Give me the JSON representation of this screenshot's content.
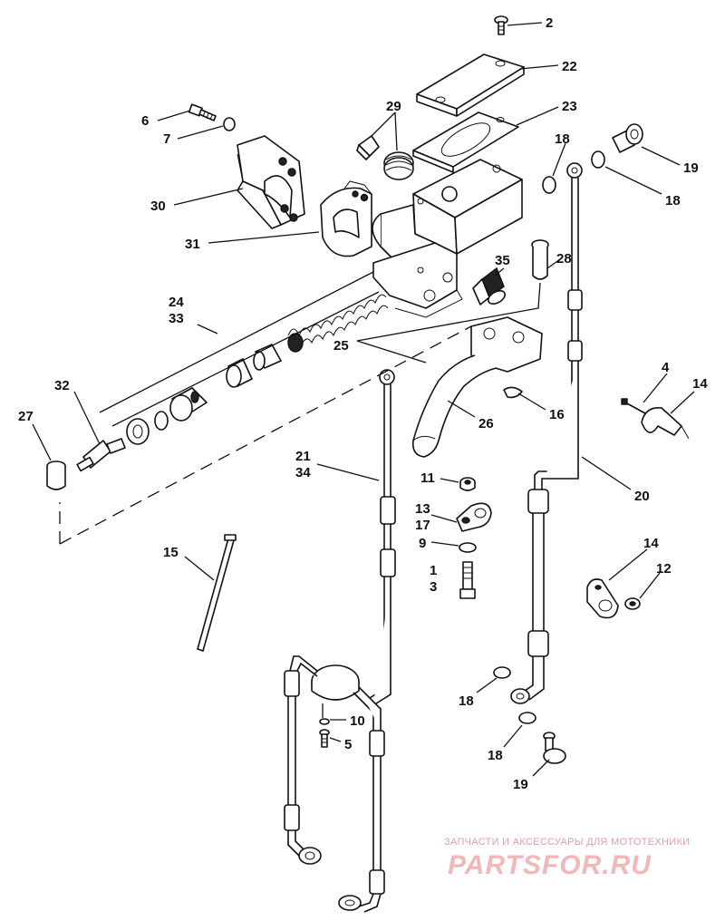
{
  "watermark": {
    "tagline": "ЗАПЧАСТИ И АКСЕССУАРЫ ДЛЯ МОТОТЕХНИКИ",
    "brand": "PARTSFOR.RU"
  },
  "callouts": [
    {
      "id": "c2",
      "label": "2"
    },
    {
      "id": "c22",
      "label": "22"
    },
    {
      "id": "c23",
      "label": "23"
    },
    {
      "id": "c29",
      "label": "29"
    },
    {
      "id": "c6",
      "label": "6"
    },
    {
      "id": "c7",
      "label": "7"
    },
    {
      "id": "c30",
      "label": "30"
    },
    {
      "id": "c31",
      "label": "31"
    },
    {
      "id": "c18a",
      "label": "18"
    },
    {
      "id": "c19a",
      "label": "19"
    },
    {
      "id": "c18b",
      "label": "18"
    },
    {
      "id": "c28",
      "label": "28"
    },
    {
      "id": "c35",
      "label": "35"
    },
    {
      "id": "c24",
      "label": "24"
    },
    {
      "id": "c33",
      "label": "33"
    },
    {
      "id": "c25",
      "label": "25"
    },
    {
      "id": "c32",
      "label": "32"
    },
    {
      "id": "c27",
      "label": "27"
    },
    {
      "id": "c16",
      "label": "16"
    },
    {
      "id": "c26",
      "label": "26"
    },
    {
      "id": "c4",
      "label": "4"
    },
    {
      "id": "c14a",
      "label": "14"
    },
    {
      "id": "c21",
      "label": "21"
    },
    {
      "id": "c34",
      "label": "34"
    },
    {
      "id": "c11",
      "label": "11"
    },
    {
      "id": "c13",
      "label": "13"
    },
    {
      "id": "c17",
      "label": "17"
    },
    {
      "id": "c9",
      "label": "9"
    },
    {
      "id": "c1",
      "label": "1"
    },
    {
      "id": "c3",
      "label": "3"
    },
    {
      "id": "c20",
      "label": "20"
    },
    {
      "id": "c15",
      "label": "15"
    },
    {
      "id": "c14b",
      "label": "14"
    },
    {
      "id": "c12",
      "label": "12"
    },
    {
      "id": "c18c",
      "label": "18"
    },
    {
      "id": "c10",
      "label": "10"
    },
    {
      "id": "c5",
      "label": "5"
    },
    {
      "id": "c18d",
      "label": "18"
    },
    {
      "id": "c19b",
      "label": "19"
    }
  ]
}
